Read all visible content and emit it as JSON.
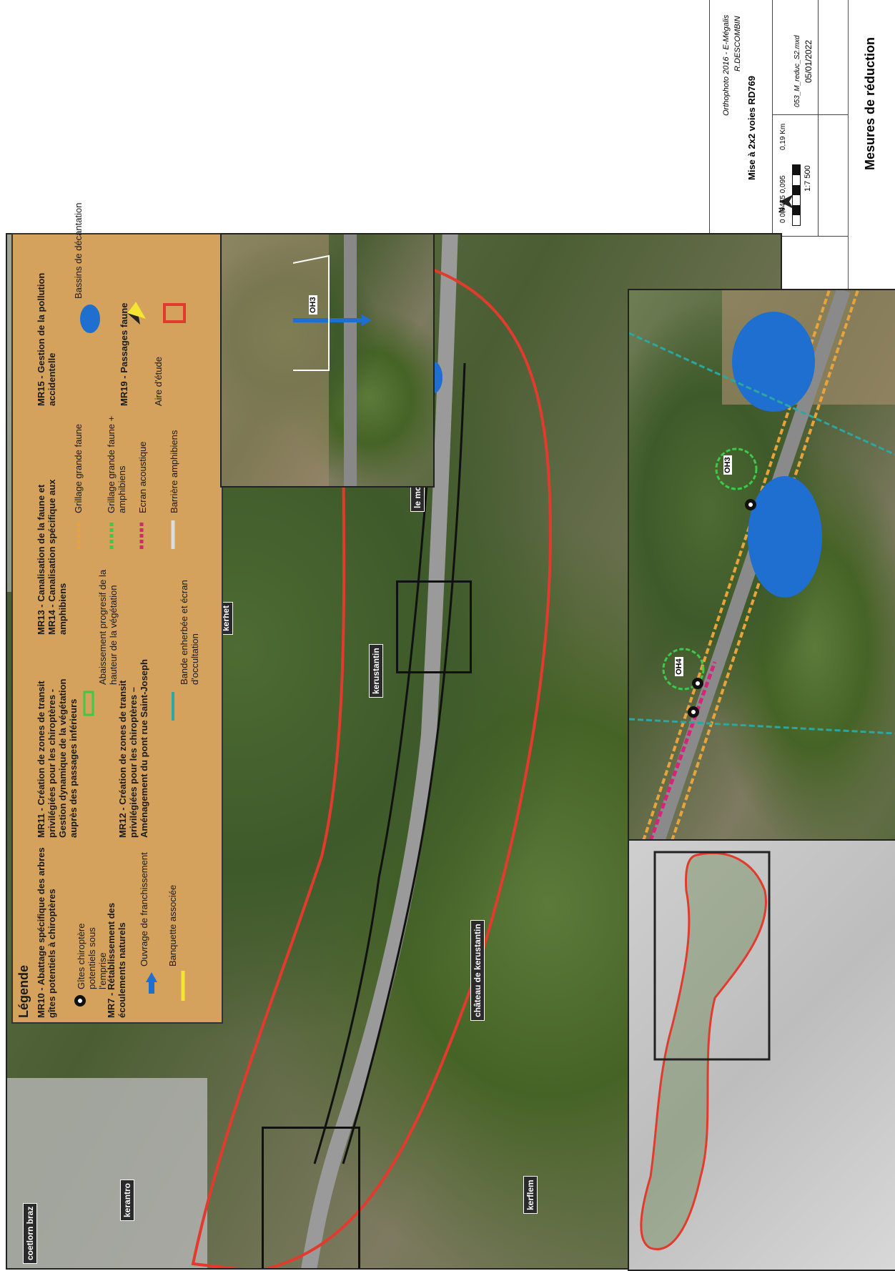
{
  "title": "Mesures de réduction",
  "north": "N",
  "info": {
    "source": "Orthophoto 2016 - E-Mégalis",
    "author": "R.DESCOMBIN",
    "project": "Mise à 2x2 voies RD769",
    "scale_ticks": "0 0,0475 0,095",
    "scale_end": "0,19 Km",
    "file": "053_M_reduc_S2.mxd",
    "scale_ratio": "1:7 500",
    "date": "05/01/2022"
  },
  "legend": {
    "heading": "Légende",
    "mr10": "MR10 - Abattage spécifique des arbres gîtes potentiels à chiroptères",
    "gites": "Gîtes chiroptère potentiels sous l'emprise",
    "mr7": "MR7 - Rétablissement des écoulements naturels",
    "ouvrage": "Ouvrage de franchissement",
    "banquette": "Banquette associée",
    "mr11": "MR11 - Création de zones de transit privilégiées pour les chiroptères - Gestion dynamique de la végétation auprès des passages inférieurs",
    "abaissement": "Abaissement progresif de la hauteur de la végétation",
    "mr12": "MR12 - Création de zones de transit privilégiées pour les chiroptères – Aménagement du pont rue Saint-Joseph",
    "bande": "Bande enherbée et écran d'occultation",
    "mr13": "MR13 - Canalisation de la faune et MR14 - Canalisation spécifique aux amphibiens",
    "grillage_gf": "Grillage grande faune",
    "grillage_amph": "Grillage grande faune + amphibiens",
    "ecran": "Ecran acoustique",
    "barriere": "Barrière amphibiens",
    "mr15": "MR15 - Gestion de la pollution accidentelle",
    "bassins": "Bassins de décantation",
    "mr19": "MR19 - Passages faune",
    "aire": "Aire d'étude"
  },
  "places": {
    "coetlorn": "coetlorn braz",
    "kerantro": "kerantro",
    "kerflem": "kerflem",
    "kerhet": "kerhet",
    "kerustantin": "kerustantin",
    "chateau": "château de kerustantin",
    "moustoir": "le moustoir"
  },
  "ouvrages": {
    "oh3": "OH3",
    "oh4": "OH4",
    "oh3b": "OH3"
  },
  "colors": {
    "legend_bg": "#d4a25c",
    "study_area": "#e23b2e",
    "basin": "#1f6fd1",
    "grillage": "#e8a33b",
    "amphibian": "#3ec94a",
    "ecran": "#d6247a",
    "bande": "#2aa7a0"
  }
}
